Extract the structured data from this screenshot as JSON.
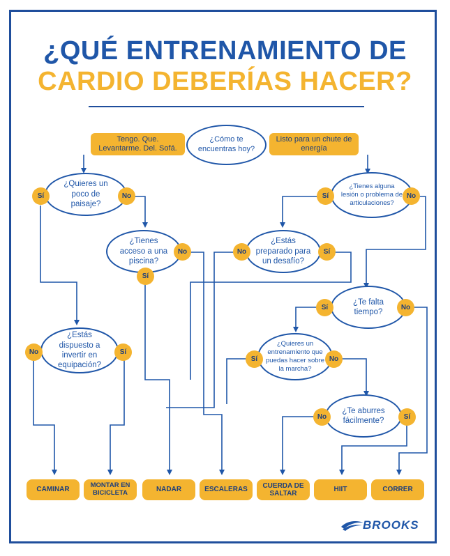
{
  "title": {
    "line1": "¿QUÉ ENTRENAMIENTO DE",
    "line2": "CARDIO DEBERÍAS HACER?"
  },
  "start": {
    "question": "¿Cómo te encuentras hoy?",
    "left_option": "Tengo. Que. Levantarme. Del. Sofá.",
    "right_option": "Listo para un chute de energía"
  },
  "questions": {
    "paisaje": "¿Quieres un poco de paisaje?",
    "lesion": "¿Tienes alguna lesión o problema de articulaciones?",
    "piscina": "¿Tienes acceso a una piscina?",
    "desafio": "¿Estás preparado para un desafío?",
    "tiempo": "¿Te falta tiempo?",
    "equipacion": "¿Estás dispuesto a invertir en equipación?",
    "marcha": "¿Quieres un entrenamiento que puedas hacer sobre la marcha?",
    "aburres": "¿Te aburres fácilmente?"
  },
  "answers": {
    "yes": "Sí",
    "no": "No"
  },
  "outcomes": [
    "CAMINAR",
    "MONTAR EN BICICLETA",
    "NADAR",
    "ESCALERAS",
    "CUERDA DE SALTAR",
    "HIIT",
    "CORRER"
  ],
  "brand": "BROOKS",
  "colors": {
    "blue": "#1f56a8",
    "gold": "#f4b430",
    "dark": "#1f3f7a"
  }
}
